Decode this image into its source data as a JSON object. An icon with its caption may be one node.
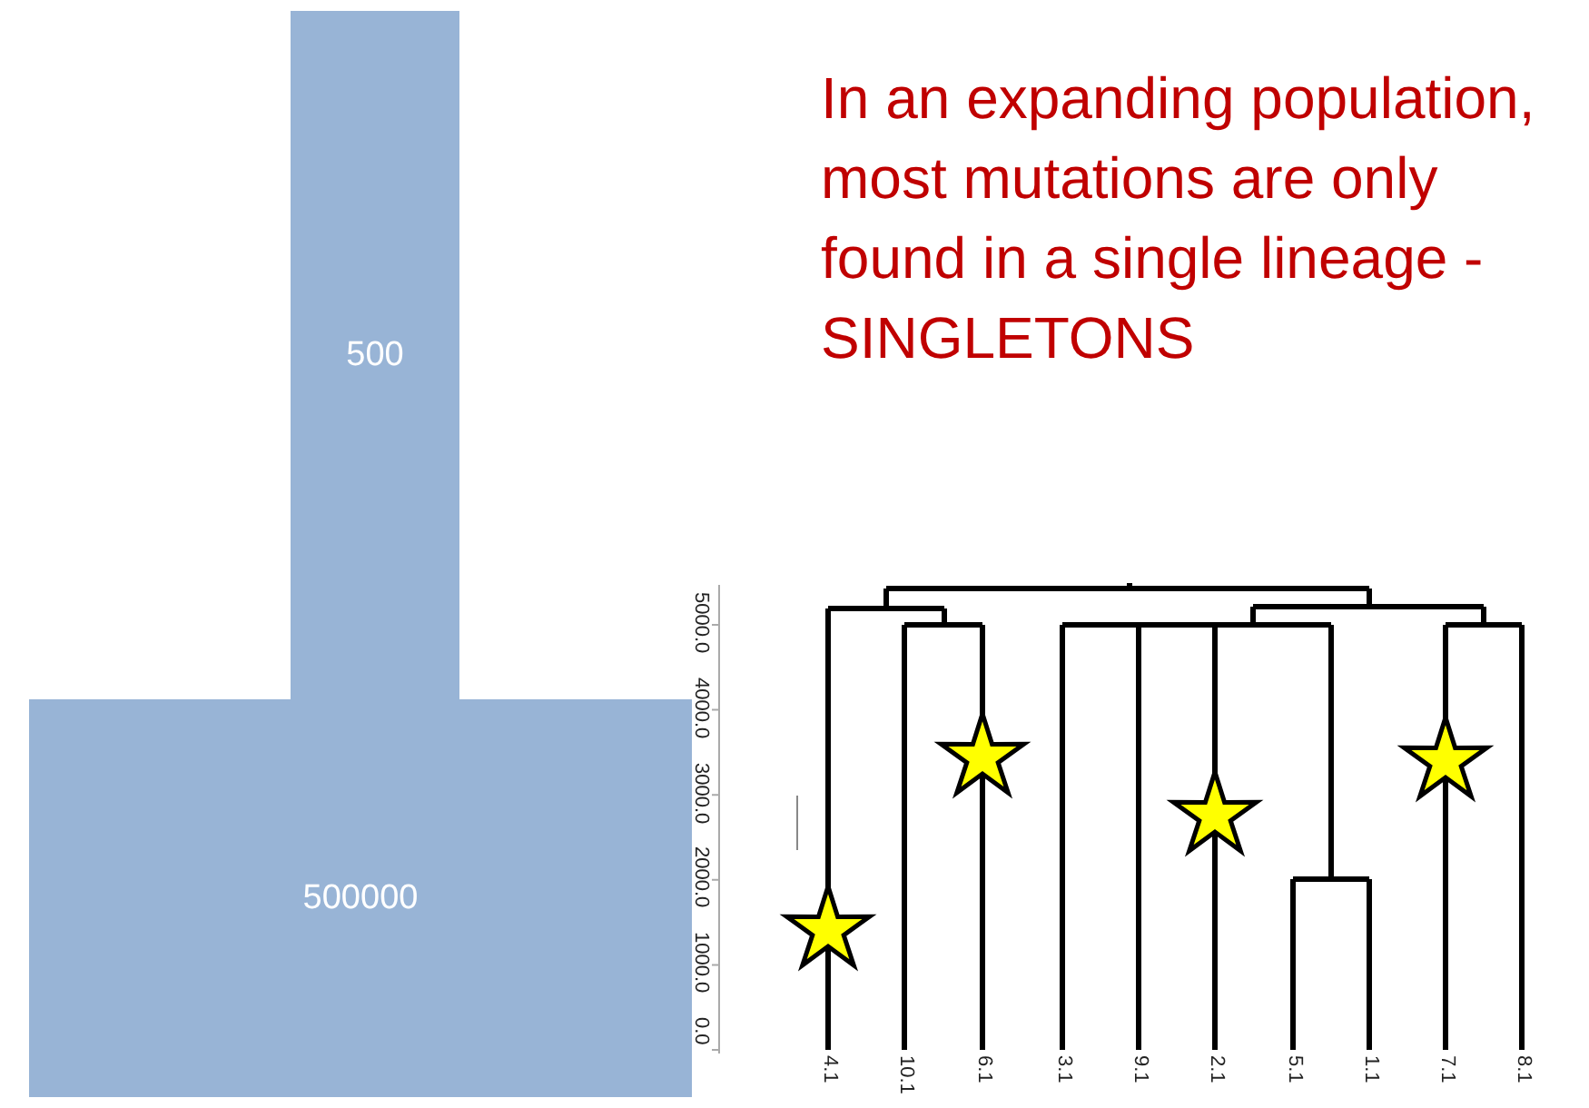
{
  "diagram": {
    "nodes": [
      {
        "text": [
          "500"
        ]
      },
      {
        "text": [
          "500000"
        ]
      }
    ],
    "labels": [
      "In an expanding population, most mutations are only found in a single lineage - SINGLETONS",
      "5000.0",
      "4000.0",
      "3000.0",
      "2000.0",
      "1000.0",
      "0.0",
      "4.1",
      "10.1",
      "6.1",
      "3.1",
      "9.1",
      "2.1",
      "5.1",
      "1.1",
      "7.1",
      "8.1"
    ]
  }
}
